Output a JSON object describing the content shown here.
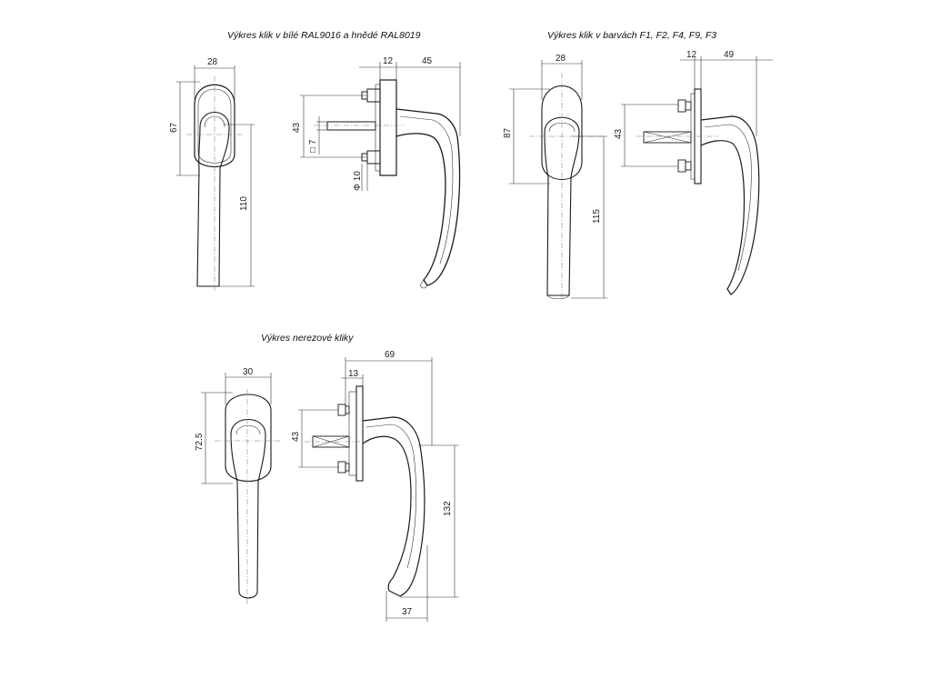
{
  "drawings": [
    {
      "title": "Výkres klik v bílé RAL9016 a hnědé RAL8019",
      "front_width": "28",
      "rose_height": "67",
      "lever_length": "110",
      "rose_depth": "12",
      "projection": "45",
      "screw_spacing": "43",
      "spindle": "□ 7",
      "screw_dia": "Φ 10"
    },
    {
      "title": "Výkres klik v barvách F1, F2, F4, F9, F3",
      "front_width": "28",
      "rose_height": "87",
      "lever_length": "115",
      "rose_depth": "12",
      "projection": "49",
      "screw_spacing": "43"
    },
    {
      "title": "Výkres nerezové kliky",
      "front_width": "30",
      "rose_height": "72.5",
      "overall_projection": "69",
      "rose_depth": "13",
      "screw_spacing": "43",
      "lever_length": "132",
      "grip_width": "37"
    }
  ]
}
